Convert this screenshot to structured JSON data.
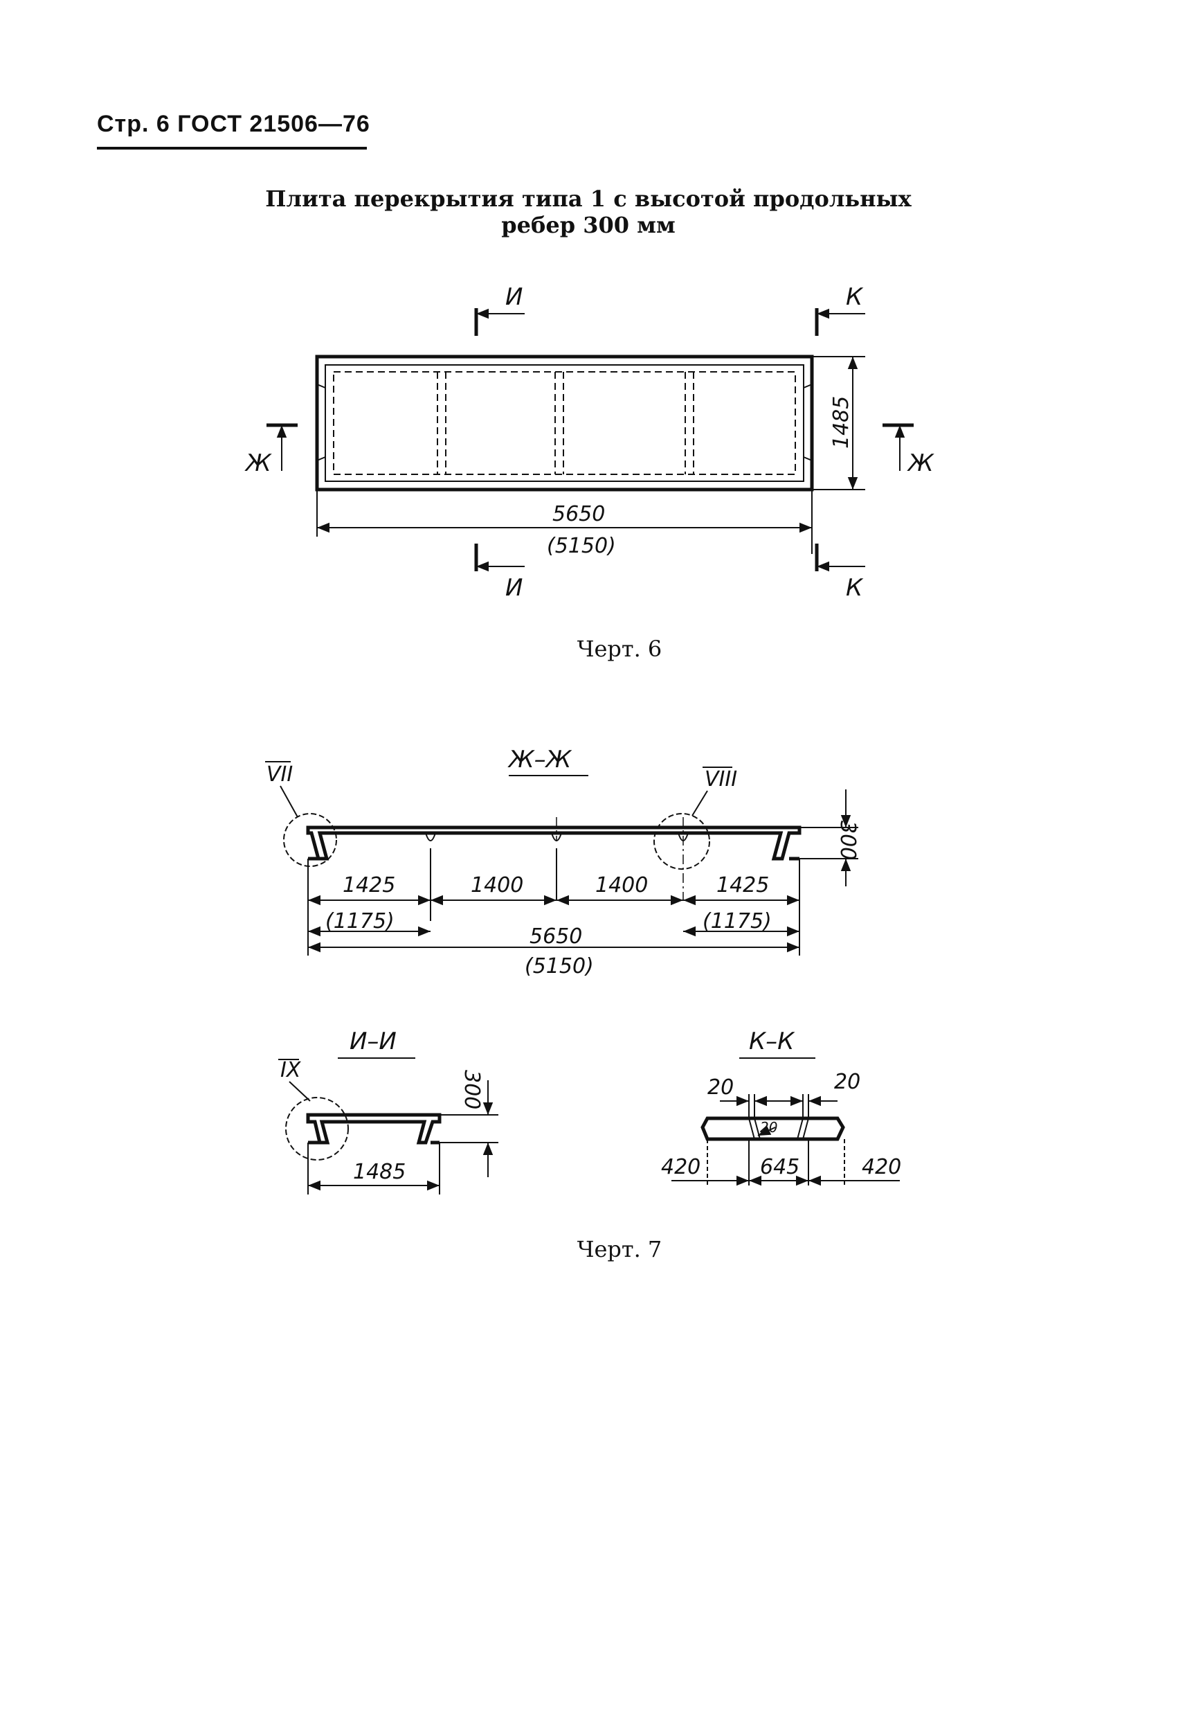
{
  "page": {
    "header": "Стр. 6 ГОСТ 21506—76",
    "title_line1": "Плита перекрытия типа 1 с высотой продольных",
    "title_line2": "ребер 300 мм",
    "caption_fig6": "Черт. 6",
    "caption_fig7": "Черт. 7"
  },
  "fig6": {
    "section_i": "И",
    "section_k": "К",
    "section_zh": "Ж",
    "width": "1485",
    "length": "5650",
    "length_alt": "(5150)"
  },
  "section_zh": {
    "title": "Ж–Ж",
    "callout_left": "VII",
    "callout_right": "VIII",
    "height": "300",
    "seg1": "1425",
    "seg1_alt": "(1175)",
    "seg2": "1400",
    "seg3": "1400",
    "seg4": "1425",
    "seg4_alt": "(1175)",
    "total": "5650",
    "total_alt": "(5150)"
  },
  "section_i": {
    "title": "И–И",
    "callout": "IX",
    "height": "300",
    "width": "1485"
  },
  "section_k": {
    "title": "К–К",
    "left_top": "20",
    "right_top": "20",
    "inner": "20",
    "left": "420",
    "center": "645",
    "right": "420"
  }
}
